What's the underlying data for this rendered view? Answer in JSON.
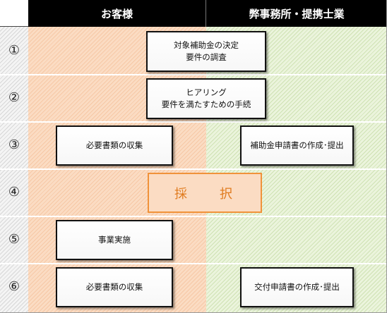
{
  "header": {
    "client_label": "お客様",
    "office_label": "弊事務所・提携士業"
  },
  "steps": [
    {
      "num": "①"
    },
    {
      "num": "②"
    },
    {
      "num": "③"
    },
    {
      "num": "④"
    },
    {
      "num": "⑤"
    },
    {
      "num": "⑥"
    }
  ],
  "boxes": {
    "step1": "対象補助金の決定\n要件の調査",
    "step2": "ヒアリング\n要件を満たすための手続",
    "step3_client": "必要書類の収集",
    "step3_office": "補助金申請書の作成･提出",
    "step4": "採　択",
    "step5_client": "事業実施",
    "step6_client": "必要書類の収集",
    "step6_office": "交付申請書の作成･提出"
  },
  "colors": {
    "client_column": "#fbdcc3",
    "office_column": "#ebf4dc",
    "adopt_accent": "#f0923a"
  }
}
